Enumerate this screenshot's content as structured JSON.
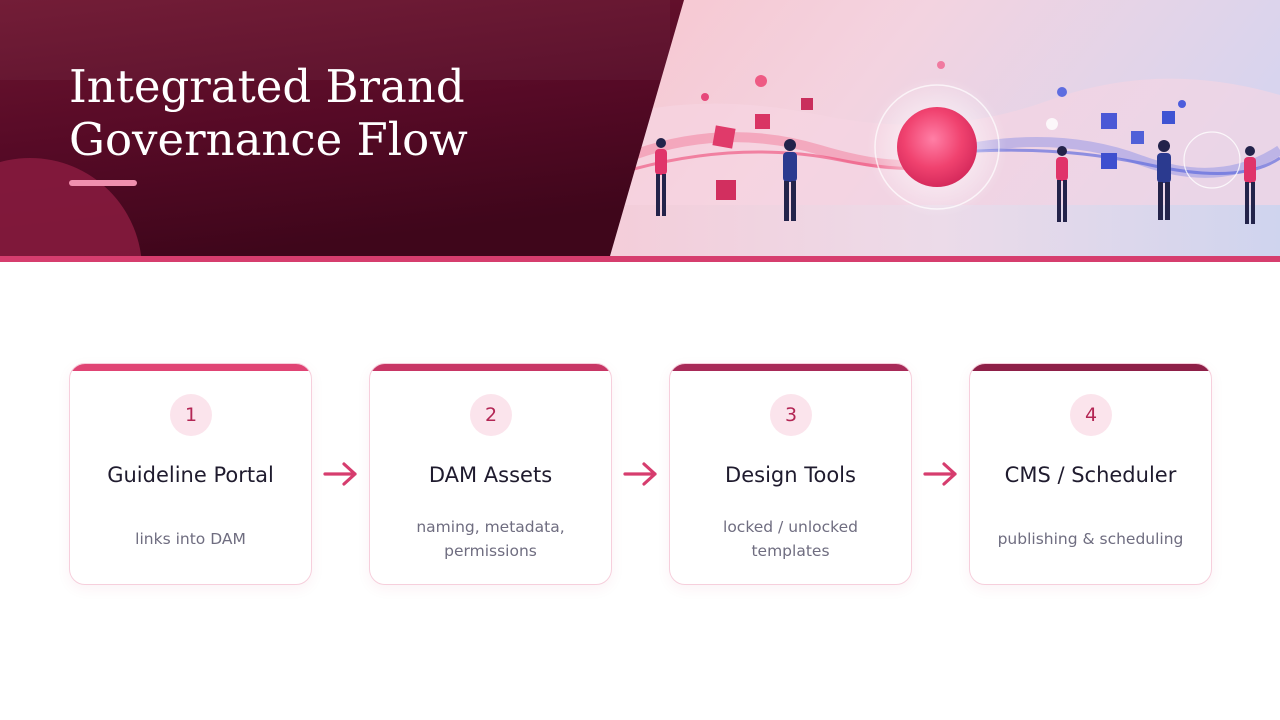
{
  "header": {
    "title_line1": "Integrated Brand",
    "title_line2": "Governance Flow"
  },
  "colors": {
    "header_dark": "#5a0a26",
    "accent": "#d63d6e",
    "accent_light": "#f08fae",
    "badge_bg": "#fbe4ec",
    "badge_text": "#b32654",
    "card_border": "#f6cfdc",
    "title_text": "#1f1b2e",
    "desc_text": "#6f6d80"
  },
  "steps": [
    {
      "number": "1",
      "title": "Guideline Portal",
      "description": "links into DAM",
      "top_color": "#e04474"
    },
    {
      "number": "2",
      "title": "DAM Assets",
      "description": "naming, metadata, permissions",
      "top_color": "#c83665"
    },
    {
      "number": "3",
      "title": "Design Tools",
      "description": "locked / unlocked templates",
      "top_color": "#a82a58"
    },
    {
      "number": "4",
      "title": "CMS / Scheduler",
      "description": "publishing & scheduling",
      "top_color": "#8e1f47"
    }
  ],
  "flow_arrows": [
    {
      "icon": "arrow-right-icon"
    },
    {
      "icon": "arrow-right-icon"
    },
    {
      "icon": "arrow-right-icon"
    }
  ]
}
